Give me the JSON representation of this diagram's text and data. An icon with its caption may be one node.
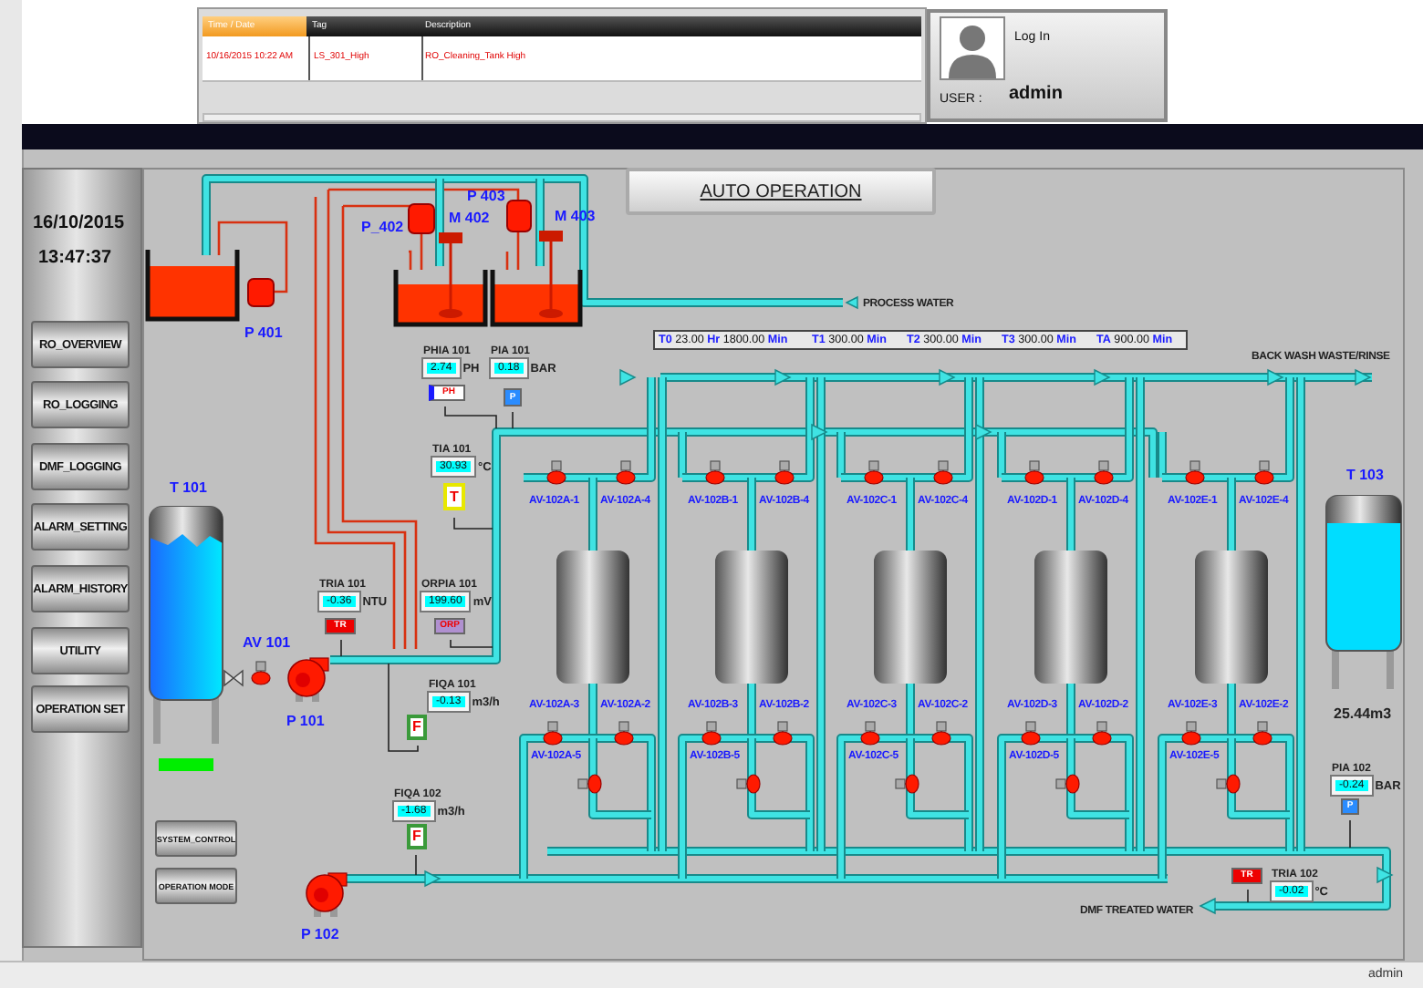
{
  "diagram": {
    "nodes": [
      {
        "text": [
          "AUTO OPERATION"
        ]
      },
      {
        "text": [
          "RO_OVERVIEW"
        ]
      },
      {
        "text": [
          "RO_LOGGING"
        ]
      },
      {
        "text": [
          "DMF_LOGGING"
        ]
      },
      {
        "text": [
          "ALARM_SETTING"
        ]
      },
      {
        "text": [
          "ALARM_HISTORY"
        ]
      },
      {
        "text": [
          "UTILITY"
        ]
      },
      {
        "text": [
          "OPERATION SET"
        ]
      },
      {
        "text": [
          "SYSTEM_CONTROL"
        ]
      },
      {
        "text": [
          "OPERATION MODE"
        ]
      },
      {
        "text": [
          "PHIA 101",
          "2.74",
          "PH"
        ],
        "beside": [
          "PH"
        ]
      },
      {
        "text": [
          "PIA 101",
          "0.18",
          "P"
        ],
        "beside": [
          "BAR"
        ]
      },
      {
        "text": [
          "TIA 101",
          "30.93",
          "T"
        ],
        "beside": [
          "°C"
        ]
      },
      {
        "text": [
          "TRIA 101",
          "-0.36",
          "TR"
        ],
        "beside": [
          "NTU"
        ]
      },
      {
        "text": [
          "ORPIA 101",
          "199.60",
          "ORP"
        ],
        "beside": [
          "mV"
        ]
      },
      {
        "text": [
          "FIQA 101",
          "-0.13",
          "F"
        ],
        "beside": [
          "m3/h"
        ]
      },
      {
        "text": [
          "FIQA 102",
          "-1.68",
          "F"
        ],
        "beside": [
          "m3/h"
        ]
      },
      {
        "text": [
          "PIA 102",
          "-0.24",
          "P"
        ],
        "beside": [
          "BAR"
        ]
      },
      {
        "text": [
          "TRIA 102",
          "-0.02",
          "TR"
        ],
        "beside": [
          "°C"
        ]
      }
    ],
    "labels": [
      "Time / Date",
      "Tag",
      "Description",
      "10/16/2015 10:22 AM",
      "LS_301_High",
      "RO_Cleaning_Tank High",
      "Log In",
      "USER :",
      "admin",
      "16/10/2015",
      "13:47:37",
      "P 403",
      "P_402",
      "M 402",
      "M 403",
      "P 401",
      "PROCESS WATER",
      "**T0** 23.00 **Hr** 1800.00 **Min**",
      "**T1** 300.00 **Min**",
      "**T2** 300.00 **Min**",
      "**T3** 300.00 **Min**",
      "**TA** 900.00 **Min**",
      "BACK WASH WASTE/RINSE",
      "T 101",
      "T 103",
      "AV-102A-1",
      "AV-102A-4",
      "AV-102B-1",
      "AV-102B-4",
      "AV-102C-1",
      "AV-102C-4",
      "AV-102D-1",
      "AV-102D-4",
      "AV-102E-1",
      "AV-102E-4",
      "AV-102A-3",
      "AV-102A-2",
      "AV-102B-3",
      "AV-102B-2",
      "AV-102C-3",
      "AV-102C-2",
      "AV-102D-3",
      "AV-102D-2",
      "AV-102E-3",
      "AV-102E-2",
      "AV-102A-5",
      "AV-102B-5",
      "AV-102C-5",
      "AV-102D-5",
      "AV-102E-5",
      "AV 101",
      "P 101",
      "25.44m3",
      "P 102",
      "DMF TREATED WATER",
      "admin"
    ]
  }
}
